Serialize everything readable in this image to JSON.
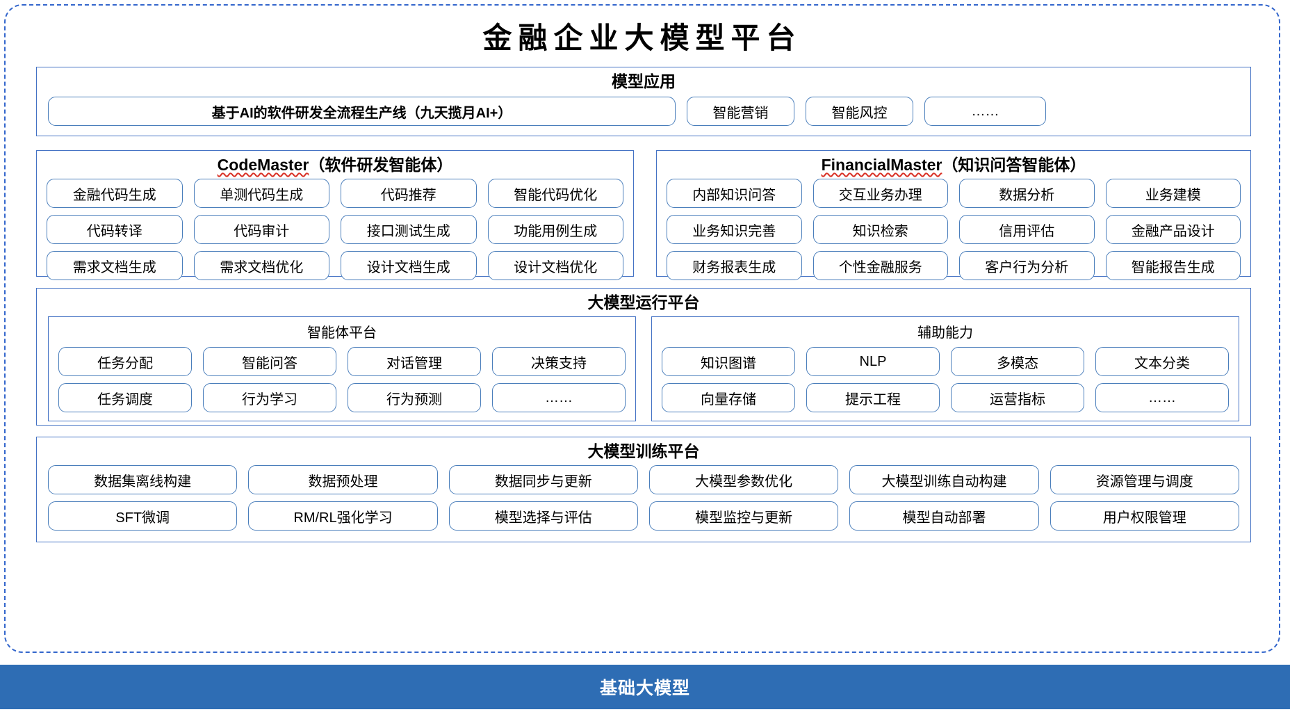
{
  "title": "金融企业大模型平台",
  "colors": {
    "accent_blue": "#2e6db4",
    "border_blue": "#4472c4",
    "pill_border": "#4a7ebb",
    "dashed_frame": "#3366cc",
    "spellcheck_red": "#d93025"
  },
  "sections": {
    "apps": {
      "title": "模型应用",
      "items": [
        "基于AI的软件研发全流程生产线（九天揽月AI+）",
        "智能营销",
        "智能风控",
        "……"
      ]
    },
    "codemaster": {
      "title_en": "CodeMaster",
      "title_cn": "（软件研发智能体）",
      "rows": [
        [
          "金融代码生成",
          "单测代码生成",
          "代码推荐",
          "智能代码优化"
        ],
        [
          "代码转译",
          "代码审计",
          "接口测试生成",
          "功能用例生成"
        ],
        [
          "需求文档生成",
          "需求文档优化",
          "设计文档生成",
          "设计文档优化"
        ]
      ]
    },
    "financialmaster": {
      "title_en": "FinancialMaster",
      "title_cn": "（知识问答智能体）",
      "rows": [
        [
          "内部知识问答",
          "交互业务办理",
          "数据分析",
          "业务建模"
        ],
        [
          "业务知识完善",
          "知识检索",
          "信用评估",
          "金融产品设计"
        ],
        [
          "财务报表生成",
          "个性金融服务",
          "客户行为分析",
          "智能报告生成"
        ]
      ]
    },
    "runtime": {
      "title": "大模型运行平台",
      "sub_panels": [
        {
          "title": "智能体平台",
          "rows": [
            [
              "任务分配",
              "智能问答",
              "对话管理",
              "决策支持"
            ],
            [
              "任务调度",
              "行为学习",
              "行为预测",
              "……"
            ]
          ]
        },
        {
          "title": "辅助能力",
          "rows": [
            [
              "知识图谱",
              "NLP",
              "多模态",
              "文本分类"
            ],
            [
              "向量存储",
              "提示工程",
              "运营指标",
              "……"
            ]
          ]
        }
      ]
    },
    "training": {
      "title": "大模型训练平台",
      "rows": [
        [
          "数据集离线构建",
          "数据预处理",
          "数据同步与更新",
          "大模型参数优化",
          "大模型训练自动构建",
          "资源管理与调度"
        ],
        [
          "SFT微调",
          "RM/RL强化学习",
          "模型选择与评估",
          "模型监控与更新",
          "模型自动部署",
          "用户权限管理"
        ]
      ]
    },
    "base": {
      "label": "基础大模型"
    }
  }
}
